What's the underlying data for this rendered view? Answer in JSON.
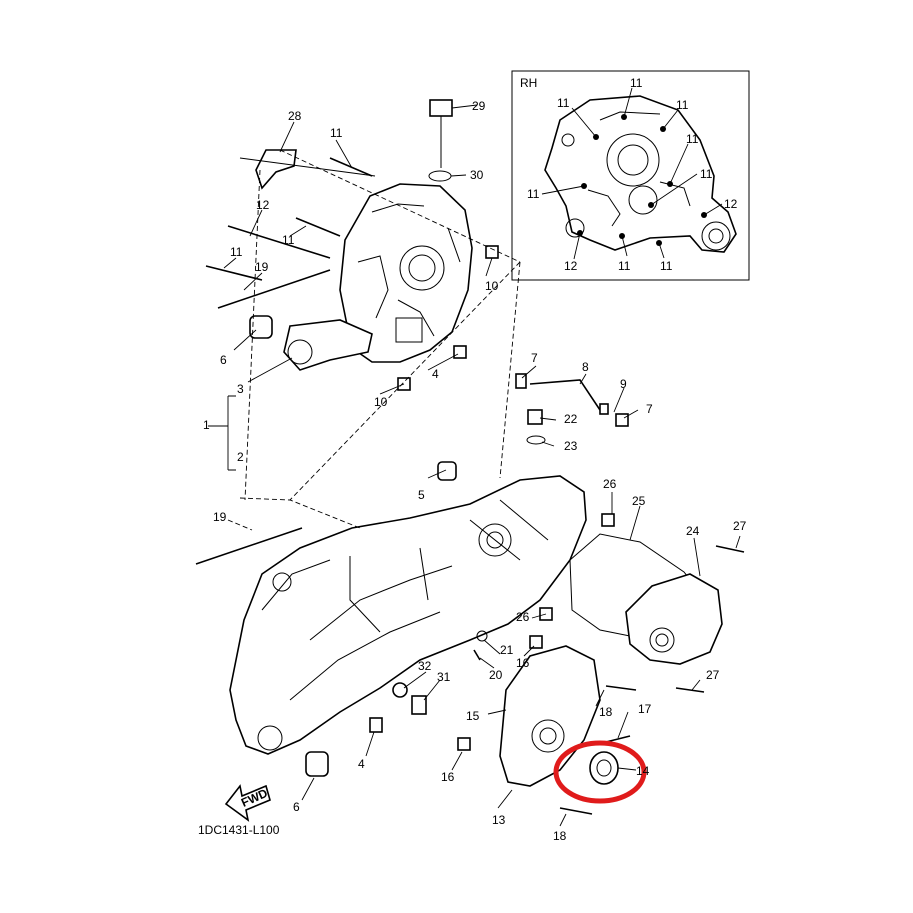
{
  "diagram": {
    "code": "1DC1431-L100",
    "inset_title": "RH",
    "fwd_label": "FWD",
    "highlight_color": "#e01b1b"
  },
  "callouts": {
    "c28": "28",
    "c29": "29",
    "c30": "30",
    "c11a": "11",
    "c12a": "12",
    "c11b": "11",
    "c11c": "11",
    "c19a": "19",
    "c6a": "6",
    "c3": "3",
    "c1": "1",
    "c2": "2",
    "c10a": "10",
    "c10b": "10",
    "c4a": "4",
    "c7a": "7",
    "c8": "8",
    "c9": "9",
    "c7b": "7",
    "c22": "22",
    "c23": "23",
    "c5": "5",
    "c26a": "26",
    "c25": "25",
    "c24": "24",
    "c27a": "27",
    "c19b": "19",
    "c26b": "26",
    "c21": "21",
    "c16a": "16",
    "c20": "20",
    "c32": "32",
    "c31": "31",
    "c15": "15",
    "c18a": "18",
    "c17": "17",
    "c27b": "27",
    "c4b": "4",
    "c16b": "16",
    "c14": "14",
    "c13": "13",
    "c18b": "18",
    "c6b": "6"
  },
  "inset_callouts": {
    "i11a": "11",
    "i11b": "11",
    "i11c": "11",
    "i11d": "11",
    "i11e": "11",
    "i11f": "11",
    "i11g": "11",
    "i11h": "11",
    "i12a": "12",
    "i12b": "12"
  }
}
